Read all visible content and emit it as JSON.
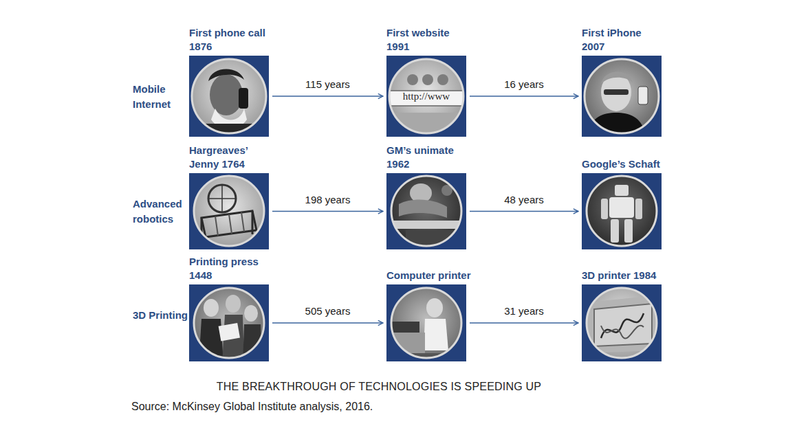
{
  "diagram": {
    "caption": "THE BREAKTHROUGH OF TECHNOLOGIES IS SPEEDING UP",
    "nodes": [
      {
        "text": [
          "First phone call 1876"
        ]
      },
      {
        "text": [
          "First website 1991"
        ]
      },
      {
        "text": [
          "First iPhone 2007"
        ]
      },
      {
        "text": [
          "Hargreaves’ Jenny 1764"
        ]
      },
      {
        "text": [
          "GM’s unimate 1962"
        ]
      },
      {
        "text": [
          "Google’s Schaft"
        ]
      },
      {
        "text": [
          "Printing press 1448"
        ]
      },
      {
        "text": [
          "Computer printer"
        ]
      },
      {
        "text": [
          "3D printer 1984"
        ]
      }
    ],
    "edges": [
      {
        "from": 0,
        "to": 1,
        "label": "115 years",
        "arrow": "to"
      },
      {
        "from": 1,
        "to": 2,
        "label": "16 years",
        "arrow": "to"
      },
      {
        "from": 3,
        "to": 4,
        "label": "198 years",
        "arrow": "to"
      },
      {
        "from": 4,
        "to": 5,
        "label": "48 years",
        "arrow": "to"
      },
      {
        "from": 6,
        "to": 7,
        "label": "505 years",
        "arrow": "to"
      },
      {
        "from": 7,
        "to": 8,
        "label": "31 years",
        "arrow": "to"
      }
    ],
    "labels": [
      "Mobile Internet",
      "Advanced robotics",
      "3D Printing",
      "http://www",
      "Source: McKinsey Global Institute analysis, 2016."
    ]
  }
}
